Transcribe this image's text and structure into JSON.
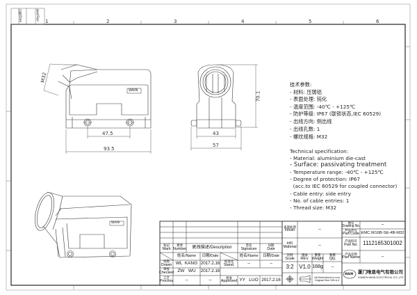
{
  "drawing": {
    "zones_top": [
      "1",
      "2",
      "3",
      "4",
      "5",
      "6"
    ],
    "stamp_boxes": [
      "日期/Date",
      "签名/Sign"
    ],
    "dimensions": {
      "thread": "M32",
      "screw_pitch": "47.5",
      "length": "93.5",
      "height": "70.1",
      "inner_width": "43",
      "outer_width": "57"
    },
    "logo_plate": "WAIN"
  },
  "spec_cn": {
    "title": "技术参数:",
    "lines": [
      "- 材料: 压铸铝",
      "- 表面处理: 钝化",
      "- 温度范围: -40℃  -  +125℃",
      "- 防护等级: IP67 (联锁状态,IEC 60529)",
      "- 出线方向: 侧出线",
      "- 出线孔数: 1",
      "- 螺纹规格: M32"
    ]
  },
  "spec_en": {
    "title": "Technical specification:",
    "lines": [
      "- Material: aluminium die-cast",
      "- Surface: passivating treatment",
      "- Temperature range: -40℃  -  +125℃",
      "- Degree of protection: IP67",
      "  (acc.to IEC 60529 for coupled connector)",
      "- Cable entry: side entry",
      "- No. of cable entries: 1",
      "- Thread size: M32"
    ]
  },
  "title_block": {
    "mark": {
      "zh": "标记",
      "en": "Mark"
    },
    "number": {
      "zh": "更改",
      "en": "Number"
    },
    "description": "更改描述/Description",
    "signature": {
      "zh": "签名",
      "en": "Signature"
    },
    "date": {
      "zh": "日期",
      "en": "Date"
    },
    "name_hdr": "姓名/Name",
    "date_hdr": "日期/Date",
    "name_hdr2": "姓名/Name",
    "date_hdr2": "日期/Date",
    "drawn": {
      "zh": "绘图",
      "en": "Drawn",
      "name": "WL  KANG",
      "date": "2017.2.16"
    },
    "stand": {
      "zh": "标准化",
      "en": "Stand.",
      "name": "–",
      "date": "–"
    },
    "checked": {
      "zh": "审核",
      "en": "Checked",
      "name": "ZW   WU",
      "date": "2017.2.16"
    },
    "process": {
      "zh": "工艺",
      "en": "Process",
      "name": "–",
      "date": "–"
    },
    "approved": {
      "zh": "批准",
      "en": "Approved",
      "name": "YY   LUO",
      "date": "2017.2.16"
    },
    "finish": {
      "zh": "表面处理",
      "en": "Finish",
      "value": "–"
    },
    "material": {
      "zh": "材料",
      "en": "Material",
      "value": "–"
    },
    "scale": {
      "zh": "比例",
      "en": "Scale",
      "value": "3:2"
    },
    "rev": {
      "zh": "版本",
      "en": "REV.",
      "value": "V1.0"
    },
    "weight": {
      "zh": "重量",
      "en": "Weight",
      "value": "168g"
    },
    "qty": {
      "zh": "数量",
      "en": "Qty.",
      "value": "–"
    },
    "drawing_no": {
      "zh": "图号",
      "en": "Drawing No.",
      "value": "–"
    },
    "part_code": {
      "zh": "产品代号",
      "en": "Part Code",
      "value": "EMC.W16B-SE-4B-M32"
    },
    "part_no": {
      "zh": "产品料号",
      "en": "Part No.",
      "value": "1112165301002"
    },
    "part_name": {
      "zh": "产品名称",
      "en": "Part Name",
      "value": "–"
    },
    "units_note_1": "All Dimensions in mm",
    "units_note_2": "Original Size DIN A 4",
    "company_logo": "WAIN",
    "company_zh": "厦门唯恩电气有限公司",
    "company_en": "XIAMEN WAIN ELECTRICAL CO.,LTD"
  }
}
